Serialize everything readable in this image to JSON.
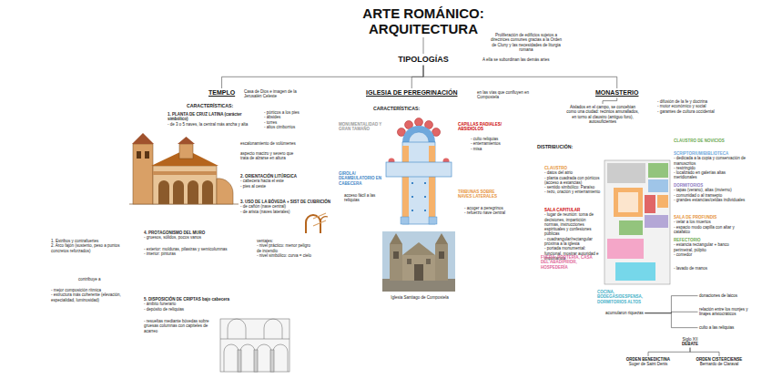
{
  "diagram": {
    "title": "ARTE ROMÁNICO: ARQUITECTURA",
    "nodes": [
      {
        "text": [
          "TIPOLOGÍAS"
        ]
      },
      {
        "text": [
          "TEMPLO"
        ]
      },
      {
        "text": [
          "IGLESIA DE PEREGRINACIÓN"
        ]
      },
      {
        "text": [
          "MONASTERIO"
        ]
      },
      {
        "text": [
          "Aislados en el campo, se concebían como una ciudad: recintos amurallados, en torno al claustro (antiguo foro), autosuficientes"
        ]
      },
      {
        "text": [
          "acumularon riquezas"
        ]
      },
      {
        "text": [
          "donaciones de laicos"
        ]
      },
      {
        "text": [
          "relación entre los monjes y linajes aristocráticos"
        ]
      },
      {
        "text": [
          "culto a las reliquias"
        ]
      },
      {
        "text": [
          "Siglo XII",
          "DEBATE"
        ]
      },
      {
        "text": [
          "ORDEN BENEDICTINA",
          "Suger de Saint Denis"
        ]
      },
      {
        "text": [
          "ORDEN CISTERCIENSE",
          "Bernardo de Claraval"
        ]
      }
    ],
    "edges": [
      {
        "from": 0,
        "to": 1,
        "arrow": "none"
      },
      {
        "from": 0,
        "to": 2,
        "arrow": "none"
      },
      {
        "from": 0,
        "to": 3,
        "arrow": "none"
      },
      {
        "from": 3,
        "to": 4,
        "arrow": "none"
      },
      {
        "from": 5,
        "to": 6,
        "arrow": "none"
      },
      {
        "from": 5,
        "to": 7,
        "arrow": "none"
      },
      {
        "from": 5,
        "to": 8,
        "arrow": "none"
      },
      {
        "from": 9,
        "to": 10,
        "arrow": "none"
      },
      {
        "from": 9,
        "to": 11,
        "arrow": "none"
      }
    ],
    "labels": [
      "Proliferación de edificios sujetos a directrices comunes gracias a la Orden de Cluny y las necesidades de liturgia romana",
      "A ella se subordinan las demás artes",
      "Casa de Dios e imagen de la Jerusalén Celeste",
      "en las vías que confluyen en Compostela",
      "- difusión de la fe y doctrina",
      "- motor económico y social",
      "- garantes de cultura occidental",
      "CARACTERÍSTICAS:",
      "1. PLANTA DE CRUZ LATINA (carácter simbólico)",
      "- de 3 o 5 naves, la central más ancha y alta",
      "- pórticos a los pies",
      "- ábsides",
      "- torres",
      "- altos cimborrios",
      "escalonamiento de volúmenes",
      "aspecto macizo y severo que trata de alzarse en altura",
      "2. ORIENTACIÓN LITÚRGICA",
      "- cabecera hacia el este",
      "- pies al oeste",
      "3. USO DE LA BÓVEDA + SIST DE CUBRICIÓN",
      "- de cañón (nave central)",
      "- de arista (naves laterales)",
      "ventajes:",
      "- nivel práctico: menor peligro de incendio",
      "- nivel simbólico: curva = cielo",
      "4. PROTAGONISMO DEL MURO",
      "- gruesos, sólidos, pocos vanos",
      "- exterior: molduras, pilastras y semicolumnas",
      "- interior: pinturas",
      "1. Estribos y contrafuertes",
      "2. Arco fajón (sustento, peso a puntos concretos reforzados)",
      "contribuye a",
      "- mejor composición rítmica",
      "- estructura más coherente (elevación, especialidad, luminosidad)",
      "5. DISPOSICIÓN DE CRIPTAS bajo cabecera",
      "- ámbito funerario",
      "- depósito de reliquias",
      "- resueltas mediante bóvedas sobre gruesas columnas con capiteles de acarreo",
      "CARACTERÍSTICAS:",
      "MONUMENTALIDAD Y GRAN TAMAÑO",
      "CAPILLAS RADIALES/ ABSIDIOLOS",
      "- culto reliquias",
      "- enterramientos",
      "- misa",
      "GIROLA/ DEAMBULATORIO EN CABECERA",
      "acceso fácil a las reliquias",
      "TRIBUNAS SOBRE NAVES LATERALES",
      "- acoger a peregrinos",
      "- refuerzo nave central",
      "Iglesia Santiago de Compostela",
      "DISTRIBUCIÓN:",
      "CLAUSTRO",
      "- datos del atrio",
      "- planta cuadrada con pórticos (acceso a estancias)",
      "- sentido simbólico: Paraíso",
      "- rezo, oración y enterramiento",
      "SALA CAPITULAR",
      "- lugar de reunión: toma de decisiones, impartición normas, instrucciones espirituales y confesiones públicas",
      "- cuadrangular/rectangular próxima a la iglesia",
      "- portada monumental: funcional, mostrar autoridad e importancia",
      "FUERA: PORTERÍA, CASA DEL ABAD/PRIOR, HOSPEDERÍA",
      "CLAUSTRO DE NOVICIOS",
      "SCRIPTORIUM/BIBLIOTECA",
      "- dedicada a la copia y conservación de manuscritos",
      "- restringido",
      "- localizado en galerías altas meridionales",
      "DORMITORIOS",
      "- tapas (verano), altas (invierno)",
      "- comunidad o al transepto",
      "- grandes estancias/celdas individuales",
      "SALA DE PROFUNDIS",
      "- velar a los muertos",
      "- espacio modo capilla con altar y catafalco",
      "REFECTORIO",
      "- estancia rectangular + banco perimetral, púlpito",
      "- comedor",
      "- lavado de manos",
      "COCINA, BODEGAS/DESPENSA, DORMITORIOS ALTOS"
    ]
  }
}
